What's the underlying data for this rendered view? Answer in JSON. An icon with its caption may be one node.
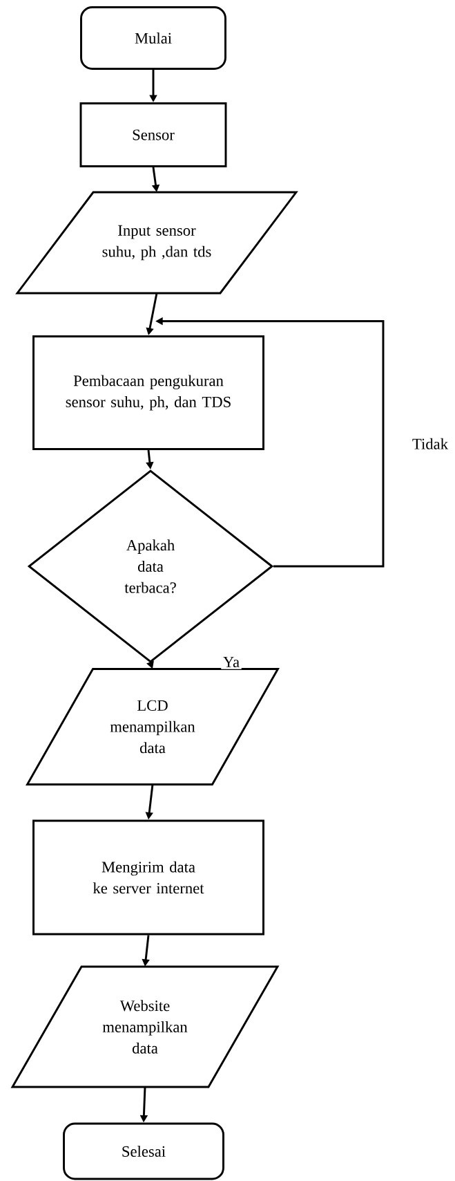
{
  "diagram": {
    "nodes": [
      {
        "text": [
          "Mulai"
        ]
      },
      {
        "text": [
          "Sensor"
        ]
      },
      {
        "text": [
          "Input sensor suhu, ph ,dan tds"
        ]
      },
      {
        "text": [
          "Pembacaan pengukuran sensor suhu, ph, dan TDS"
        ]
      },
      {
        "text": [
          "Apakah data terbaca?"
        ]
      },
      {
        "text": [
          "LCD menampilkan data"
        ]
      },
      {
        "text": [
          "Mengirim data ke server internet"
        ]
      },
      {
        "text": [
          "Website menampilkan data"
        ]
      },
      {
        "text": [
          "Selesai"
        ]
      }
    ],
    "edges": [
      {
        "from": 0,
        "to": 1,
        "arrow": "to"
      },
      {
        "from": 1,
        "to": 2,
        "arrow": "to"
      },
      {
        "from": 2,
        "to": 3,
        "arrow": "to"
      },
      {
        "from": 3,
        "to": 4,
        "arrow": "to"
      },
      {
        "from": 4,
        "to": 5,
        "arrow": "to",
        "label": "Ya"
      },
      {
        "from": 4,
        "to": 3,
        "arrow": "to",
        "label": "Tidak"
      },
      {
        "from": 5,
        "to": 6,
        "arrow": "to"
      },
      {
        "from": 6,
        "to": 7,
        "arrow": "to"
      },
      {
        "from": 7,
        "to": 8,
        "arrow": "to"
      }
    ]
  }
}
